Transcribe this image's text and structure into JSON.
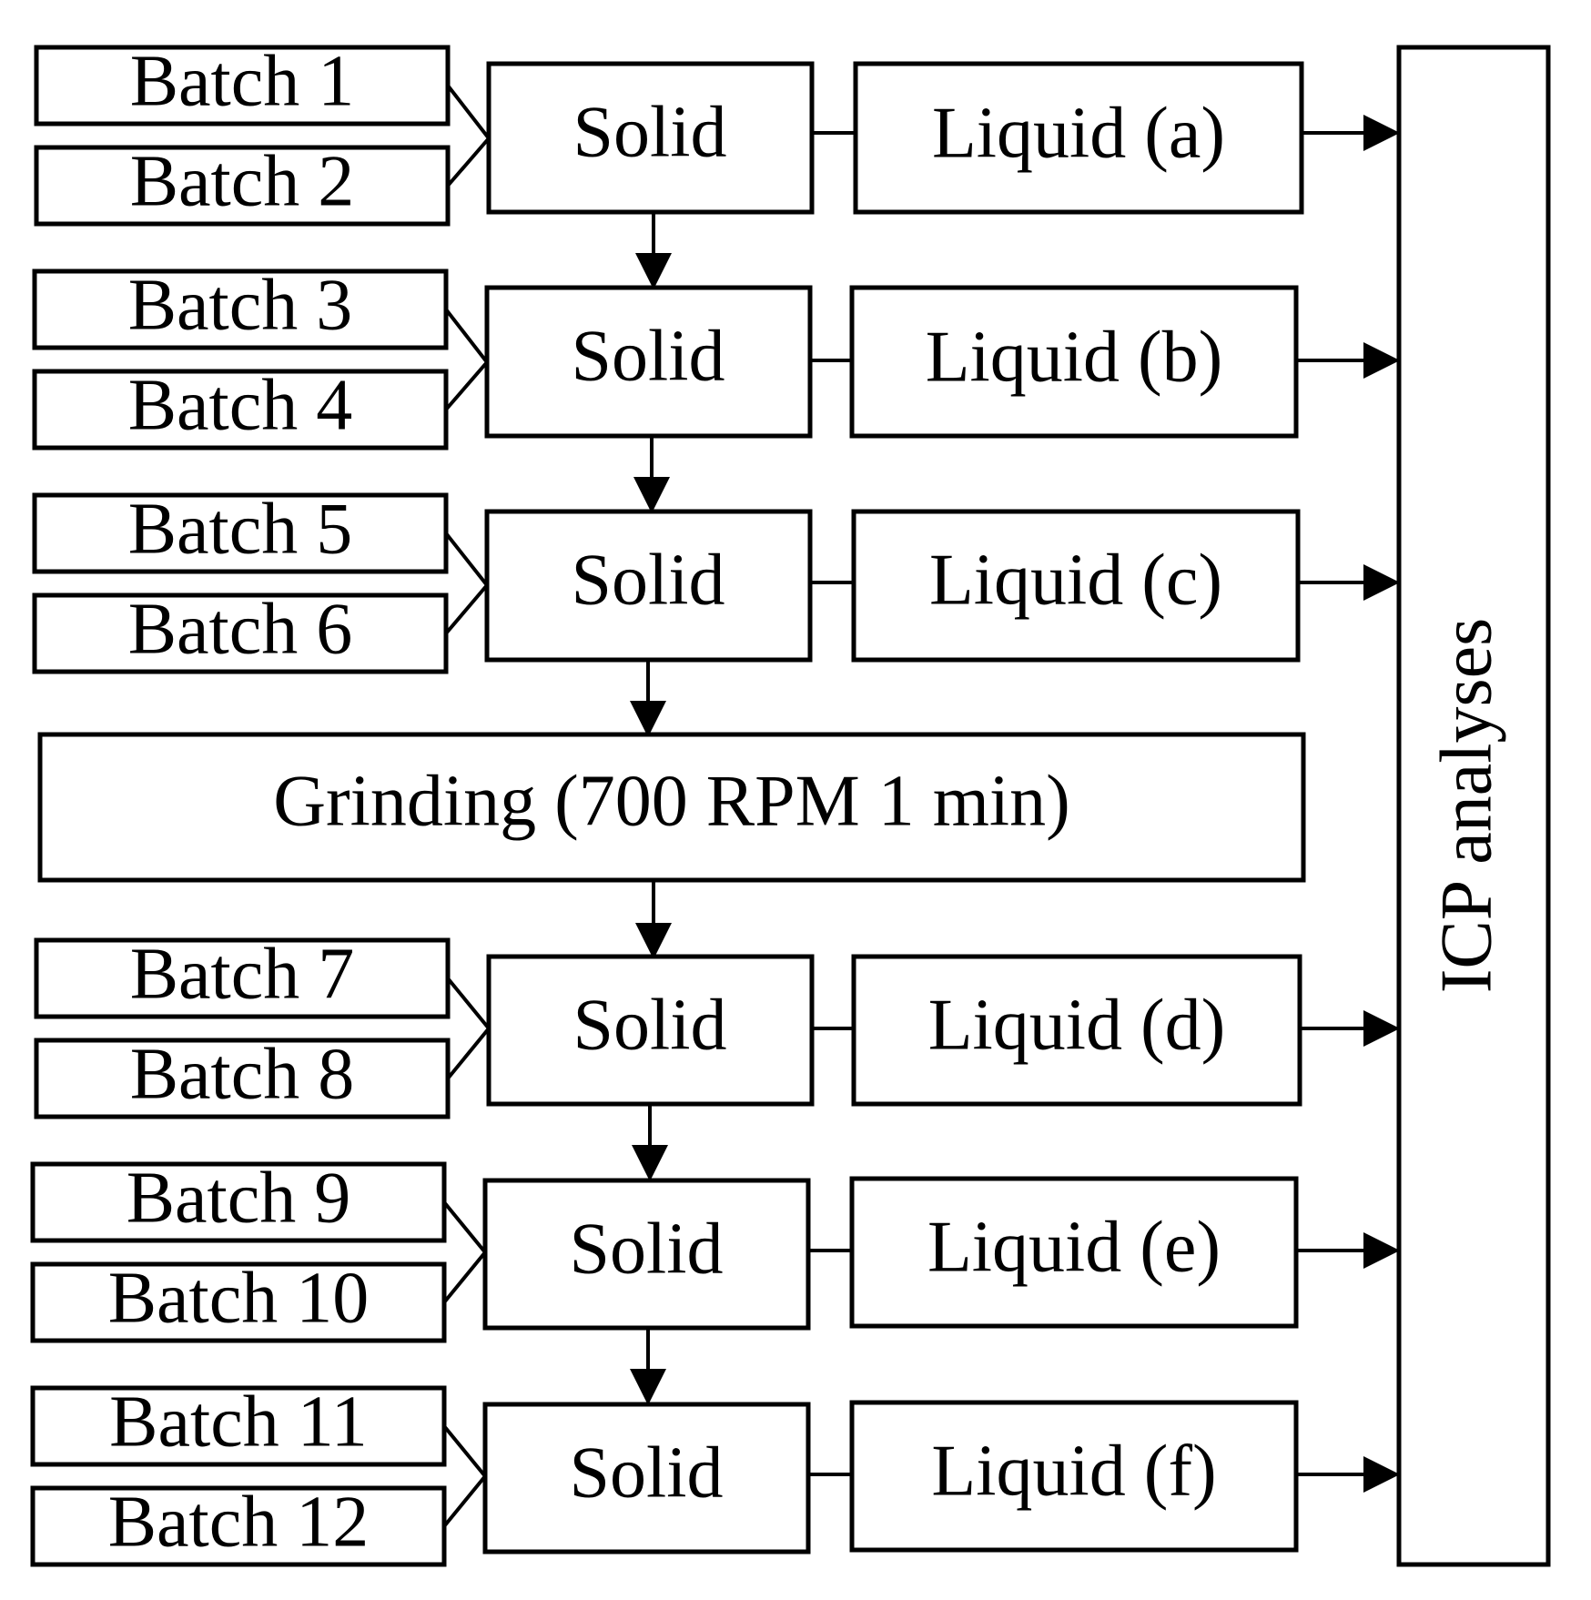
{
  "title": "",
  "stages": [
    {
      "batches": [
        "Batch 1",
        "Batch 2"
      ],
      "solid": "Solid",
      "liquid": "Liquid (a)"
    },
    {
      "batches": [
        "Batch 3",
        "Batch 4"
      ],
      "solid": "Solid",
      "liquid": "Liquid (b)"
    },
    {
      "batches": [
        "Batch 5",
        "Batch 6"
      ],
      "solid": "Solid",
      "liquid": "Liquid (c)"
    },
    {
      "batches": [
        "Batch 7",
        "Batch 8"
      ],
      "solid": "Solid",
      "liquid": "Liquid (d)"
    },
    {
      "batches": [
        "Batch 9",
        "Batch 10"
      ],
      "solid": "Solid",
      "liquid": "Liquid (e)"
    },
    {
      "batches": [
        "Batch 11",
        "Batch 12"
      ],
      "solid": "Solid",
      "liquid": "Liquid (f)"
    }
  ],
  "grinding": "Grinding (700 RPM 1 min)",
  "icp": "ICP analyses"
}
